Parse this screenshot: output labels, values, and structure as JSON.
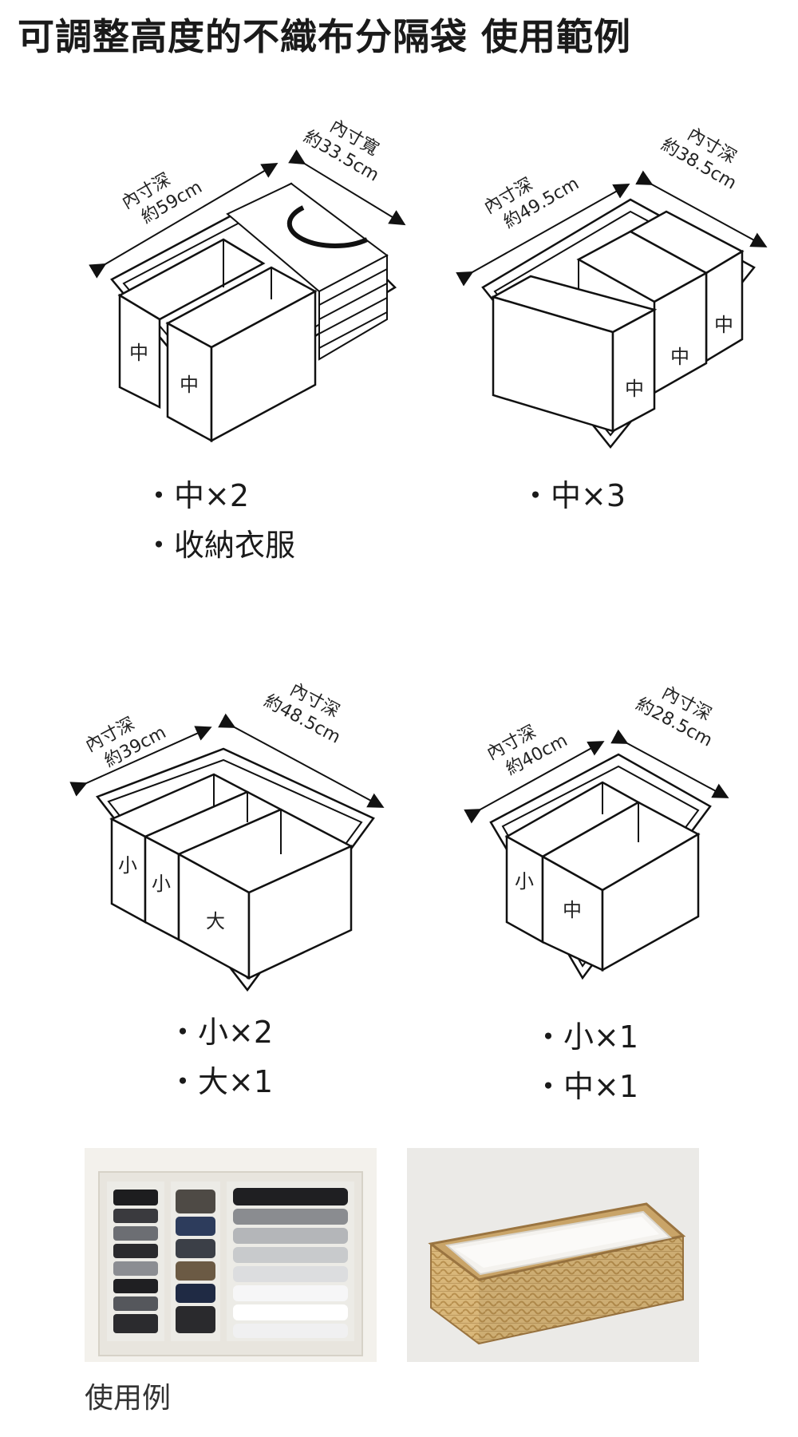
{
  "title": "可調整高度的不織布分隔袋 使用範例",
  "examples": [
    {
      "dim_left": {
        "line1": "內寸深",
        "line2": "約59cm"
      },
      "dim_right": {
        "line1": "內寸寬",
        "line2": "約33.5cm"
      },
      "slots": [
        "中",
        "中"
      ],
      "notes": [
        "・中×2",
        "・收納衣服"
      ]
    },
    {
      "dim_left": {
        "line1": "內寸深",
        "line2": "約49.5cm"
      },
      "dim_right": {
        "line1": "內寸深",
        "line2": "約38.5cm"
      },
      "slots": [
        "中",
        "中",
        "中"
      ],
      "notes": [
        "・中×3"
      ]
    },
    {
      "dim_left": {
        "line1": "內寸深",
        "line2": "約39cm"
      },
      "dim_right": {
        "line1": "內寸深",
        "line2": "約48.5cm"
      },
      "slots": [
        "小",
        "小",
        "大"
      ],
      "notes": [
        "・小×2",
        "・大×1"
      ]
    },
    {
      "dim_left": {
        "line1": "內寸深",
        "line2": "約40cm"
      },
      "dim_right": {
        "line1": "內寸深",
        "line2": "約28.5cm"
      },
      "slots": [
        "小",
        "中"
      ],
      "notes": [
        "・小×1",
        "・中×1"
      ]
    }
  ],
  "photos": [
    {
      "icon": "drawer-with-clothes-photo"
    },
    {
      "icon": "wicker-basket-photo"
    }
  ],
  "caption": "使用例"
}
